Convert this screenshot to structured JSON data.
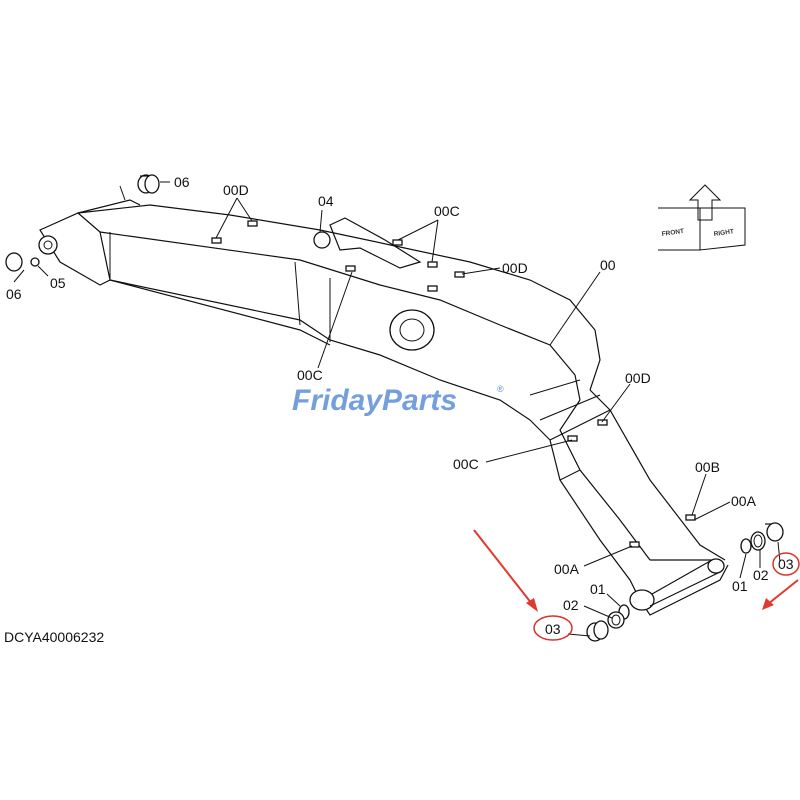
{
  "drawing_code": "DCYA40006232",
  "watermark": {
    "text": "FridayParts",
    "registered": "®"
  },
  "orientation_icon": {
    "front_label": "FRONT",
    "right_label": "RIGHT"
  },
  "labels": {
    "p06_top": "06",
    "p06_left": "06",
    "p05": "05",
    "p04": "04",
    "p00D_a": "00D",
    "p00C_a": "00C",
    "p00D_b": "00D",
    "p00": "00",
    "p00C_b": "00C",
    "p00D_c": "00D",
    "p00C_c": "00C",
    "p00B": "00B",
    "p00A_r": "00A",
    "p00A_l": "00A",
    "p01_l": "01",
    "p02_l": "02",
    "p03_l": "03",
    "p01_r": "01",
    "p02_r": "02",
    "p03_r": "03"
  },
  "colors": {
    "highlight": "#e03a2c",
    "watermark": "#5b8fd6"
  }
}
